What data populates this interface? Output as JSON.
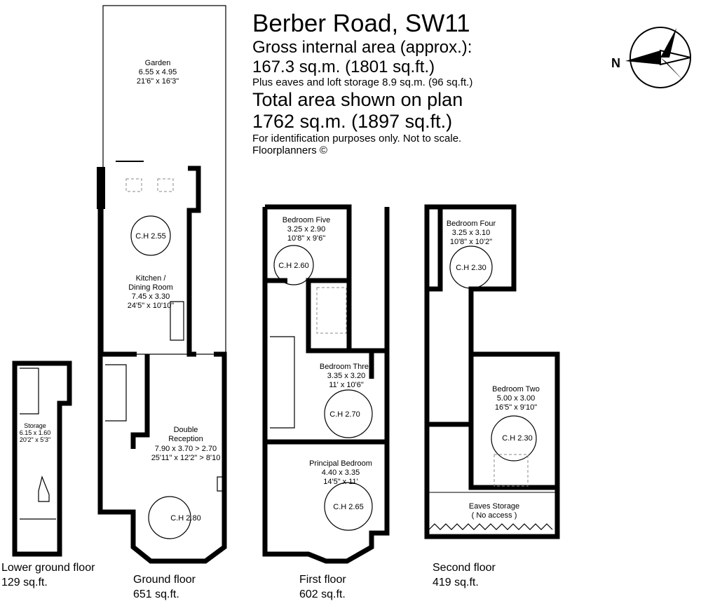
{
  "header": {
    "title": "Berber Road, SW11",
    "gia_label": "Gross internal area (approx.):",
    "gia_value": "167.3 sq.m. (1801 sq.ft.)",
    "eaves": "Plus eaves and loft storage 8.9 sq.m. (96 sq.ft.)",
    "total_label": "Total area shown on plan",
    "total_value": "1762 sq.m. (1897 sq.ft.)",
    "disclaimer": "For identification purposes only. Not to scale.",
    "credit": "Floorplanners ©"
  },
  "compass": {
    "label": "N",
    "icon": "compass-north-left-icon"
  },
  "rooms": {
    "garden": {
      "name": "Garden",
      "m": "6.55 x 4.95",
      "ft": "21'6\" x 16'3\""
    },
    "kitchen": {
      "name1": "Kitchen /",
      "name2": "Dining Room",
      "m": "7.45 x 3.30",
      "ft": "24'5\" x 10'10\"",
      "ch": "C.H 2.55"
    },
    "reception": {
      "name1": "Double",
      "name2": "Reception",
      "m": "7.90 x 3.70 > 2.70",
      "ft": "25'11\" x 12'2\" > 8'10",
      "ch": "C.H 2.80"
    },
    "storage": {
      "name": "Storage",
      "m": "6.15 x 1.60",
      "ft": "20'2\" x 5'3\""
    },
    "bed5": {
      "name": "Bedroom Five",
      "m": "3.25 x 2.90",
      "ft": "10'8\" x 9'6\"",
      "ch": "C.H 2.60"
    },
    "bed3": {
      "name": "Bedroom Three",
      "m": "3.35 x 3.20",
      "ft": "11' x 10'6\"",
      "ch": "C.H 2.70"
    },
    "principal": {
      "name": "Principal Bedroom",
      "m": "4.40 x 3.35",
      "ft": "14'5\" x 11'",
      "ch": "C.H 2.65"
    },
    "bed4": {
      "name": "Bedroom Four",
      "m": "3.25 x 3.10",
      "ft": "10'8\" x 10'2\"",
      "ch": "C.H 2.30"
    },
    "bed2": {
      "name": "Bedroom Two",
      "m": "5.00 x 3.00",
      "ft": "16'5\" x 9'10\"",
      "ch": "C.H 2.30"
    },
    "eaves": {
      "name": "Eaves Storage",
      "note": "( No access )"
    }
  },
  "floors": [
    {
      "name": "Lower ground floor",
      "area": "129 sq.ft."
    },
    {
      "name": "Ground floor",
      "area": "651 sq.ft."
    },
    {
      "name": "First floor",
      "area": "602 sq.ft."
    },
    {
      "name": "Second floor",
      "area": "419 sq.ft."
    }
  ]
}
